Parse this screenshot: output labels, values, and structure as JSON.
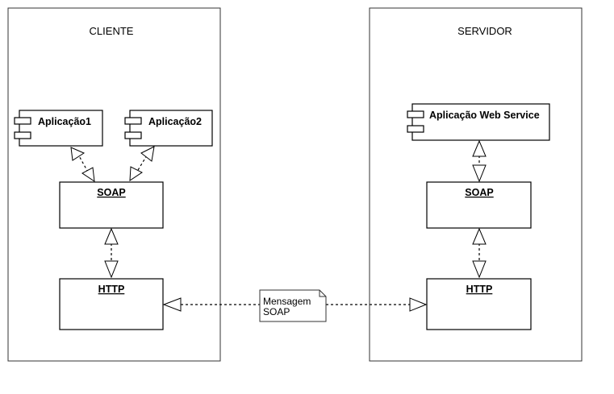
{
  "client": {
    "title": "CLIENTE",
    "component1": "Aplicação1",
    "component2": "Aplicação2",
    "soap": "SOAP",
    "http": "HTTP"
  },
  "server": {
    "title": "SERVIDOR",
    "component": "Aplicação Web Service",
    "soap": "SOAP",
    "http": "HTTP"
  },
  "note": {
    "line1": "Mensagem",
    "line2": "SOAP"
  }
}
